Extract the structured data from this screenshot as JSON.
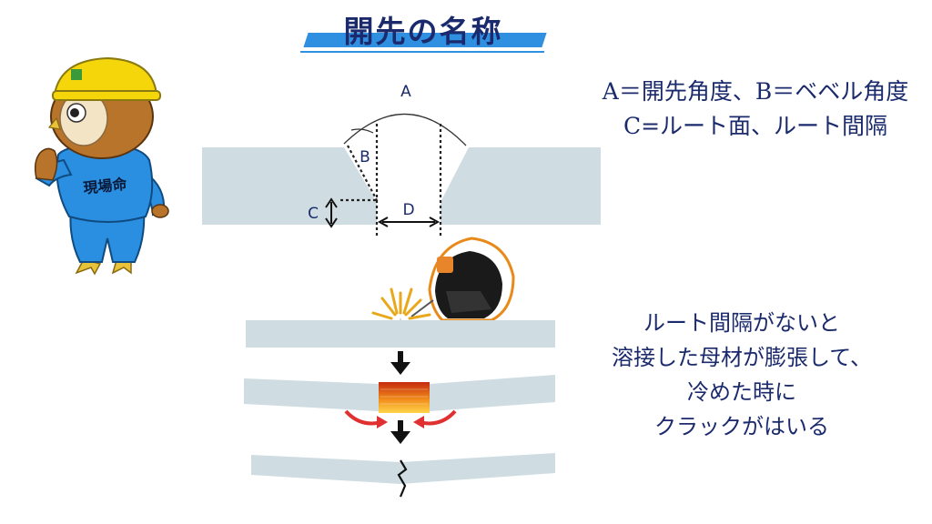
{
  "title": "開先の名称",
  "labels": {
    "a": "A",
    "b": "B",
    "c": "C",
    "d": "D"
  },
  "notes": {
    "angles": [
      "A＝開先角度、B＝ベベル角度",
      "C=ルート面、ルート間隔"
    ],
    "crack": [
      "ルート間隔がないと",
      "溶接した母材が膨張して、",
      "冷めた時に",
      "クラックがはいる"
    ]
  },
  "mascot_text": "現場命",
  "colors": {
    "title_text": "#1a2a6c",
    "title_band": "#2f8fe0",
    "plate": "#cfdde3",
    "note_text": "#1a2a6c",
    "heat_arrow": "#e03030",
    "mascot_suit": "#2a8fe0",
    "helmet": "#f5d60a"
  },
  "icons": [
    "owl-mascot-icon",
    "welder-icon",
    "spark-icon",
    "arrow-down-icon",
    "curved-arrow-icon",
    "crack-icon",
    "heat-zone-icon"
  ]
}
